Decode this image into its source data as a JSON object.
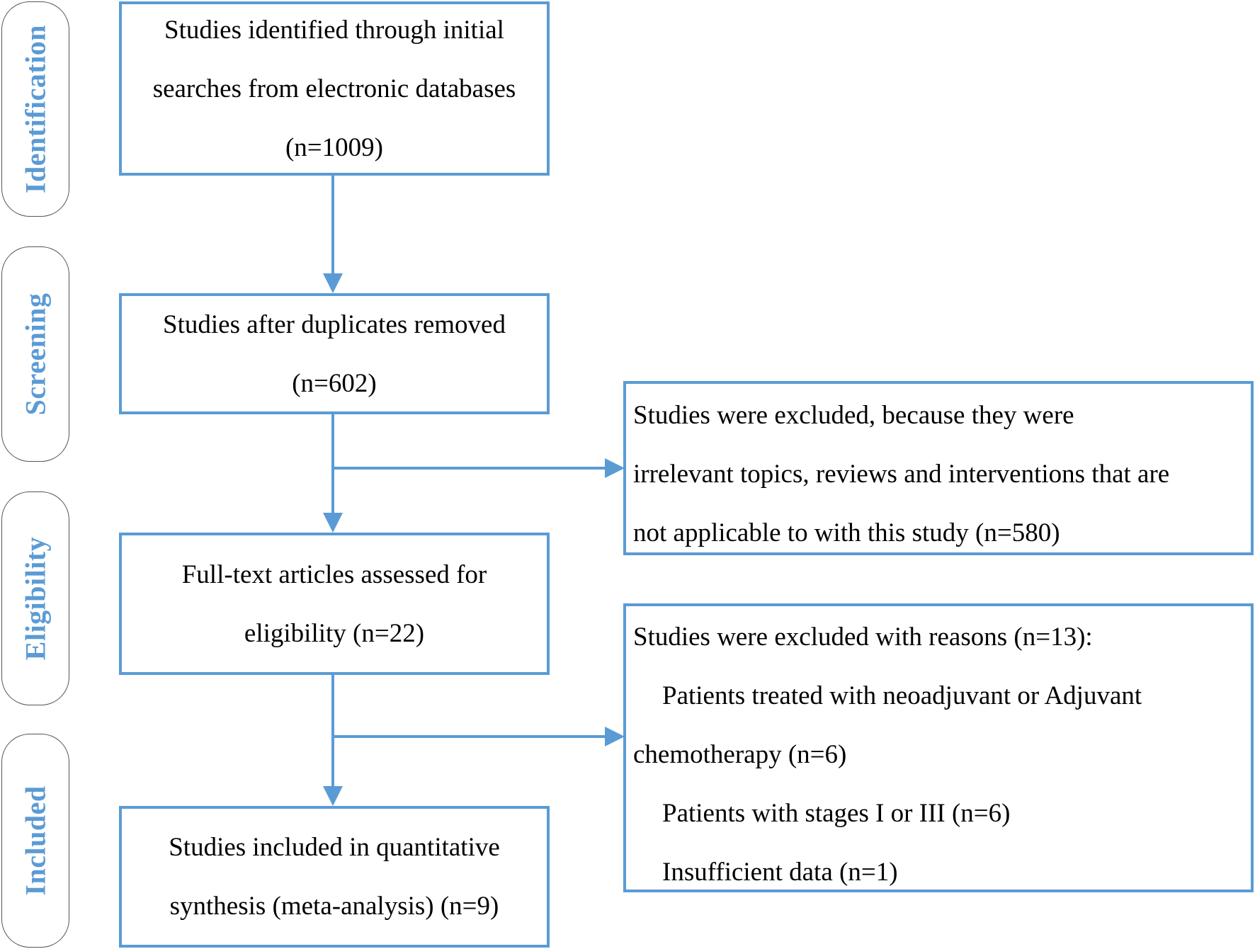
{
  "stages": [
    {
      "id": "identification",
      "label": "Identification"
    },
    {
      "id": "screening",
      "label": "Screening"
    },
    {
      "id": "eligibility",
      "label": "Eligibility"
    },
    {
      "id": "included",
      "label": "Included"
    }
  ],
  "boxes": {
    "identified": {
      "lines": [
        "Studies identified through initial",
        "searches from electronic databases",
        "(n=1009)"
      ]
    },
    "duplicates_removed": {
      "lines": [
        "Studies after duplicates removed",
        "(n=602)"
      ]
    },
    "full_text": {
      "lines": [
        "Full-text articles assessed for",
        "eligibility (n=22)"
      ]
    },
    "included": {
      "lines": [
        "Studies included in quantitative",
        "synthesis (meta-analysis) (n=9)"
      ]
    },
    "excluded_screening": {
      "lines": [
        "Studies were excluded, because they were",
        "irrelevant topics, reviews and interventions that are",
        "not applicable to with this study (n=580)"
      ]
    },
    "excluded_reasons": {
      "lines": [
        "Studies were excluded with reasons (n=13):",
        "Patients treated with  neoadjuvant  or  Adjuvant",
        "chemotherapy (n=6)",
        "Patients with  stages I or III (n=6)",
        "Insufficient data (n=1)"
      ]
    }
  },
  "colors": {
    "accent": "#5b9bd5",
    "pill_border": "#555555",
    "text": "#000000"
  }
}
